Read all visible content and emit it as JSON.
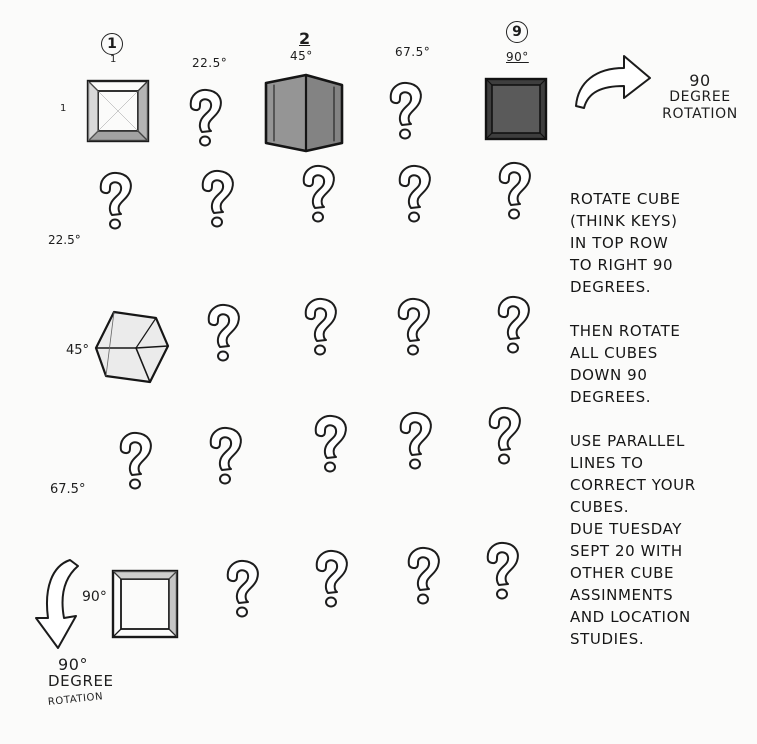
{
  "column_labels": {
    "c1_number": "1",
    "c1_sub": "1",
    "c2": "22.5°",
    "c3_number": "2",
    "c3_sub": "45°",
    "c4": "67.5°",
    "c5_number": "9",
    "c5_sub": "90°"
  },
  "row_labels": {
    "r1": "1",
    "r2": "22.5°",
    "r3": "45°",
    "r4": "67.5°",
    "r5": "90°"
  },
  "top_arrow_caption": [
    "90",
    "DEGREE",
    "ROTATION"
  ],
  "bottom_arrow_caption": [
    "90°",
    "DEGREE",
    "ROTATION"
  ],
  "instructions": [
    "ROTATE CUBE\n(THINK KEYS)\nIN TOP ROW\nTO RIGHT 90\nDEGREES.",
    "THEN ROTATE\nALL CUBES\nDOWN 90\nDEGREES.",
    "USE PARALLEL\nLINES TO\nCORRECT YOUR\nCUBES.",
    "DUE TUESDAY\nSEPT 20 WITH\nOTHER CUBE\nASSINMENTS\nAND LOCATION\nSTUDIES."
  ],
  "icons": {
    "placeholder": "question-mark-icon",
    "cube": "cube-drawing",
    "rotation_arrow": "curved-arrow-icon"
  }
}
